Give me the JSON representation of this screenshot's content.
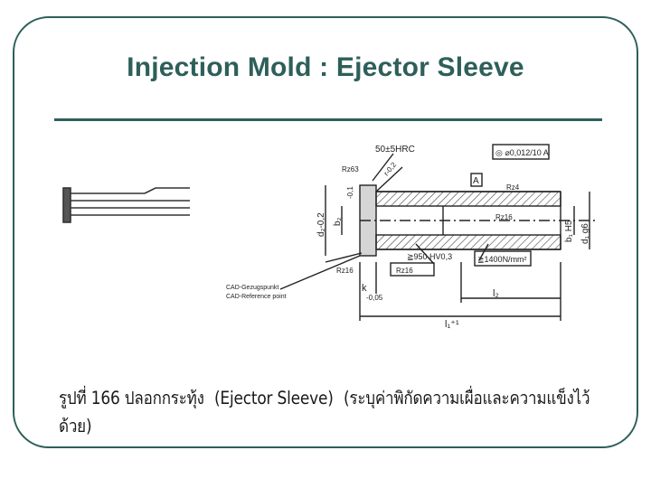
{
  "slide": {
    "title": "Injection Mold : Ejector Sleeve"
  },
  "drawing": {
    "hardness_label": "50±5HRC",
    "tolerance_frame": "◎ ⌀0,012/10 A",
    "datum_label": "A",
    "roughness_top_left": "Rz63",
    "roughness_top_right": "Rz4",
    "roughness_bore": "Rz16",
    "roughness_bottom_left": "Rz16",
    "roughness_bottom_mid": "Rz16",
    "hardness_bore": "≧950 HV0,3",
    "strength": "≧1400N/mm²",
    "radius_label": "r-0,2",
    "d2_label": "d₂-0,2",
    "b2_label": "b₂",
    "tol_01": "-0,1",
    "b1_label": "b₁ H5",
    "d1_label": "d₁ g6",
    "k_label": "k",
    "k_tol": "-0,05",
    "l2_label": "l₂",
    "l1_label": "l₁⁺¹",
    "cad_de": "CAD-Gezugspunkt",
    "cad_en": "CAD-Reference point"
  },
  "caption": {
    "figure": "รูปที่ 166 ปลอกกระทุ้ง",
    "name": "(Ejector Sleeve)",
    "note": "(ระบุค่าพิกัดความเผื่อและความแข็งไว้ด้วย)"
  }
}
